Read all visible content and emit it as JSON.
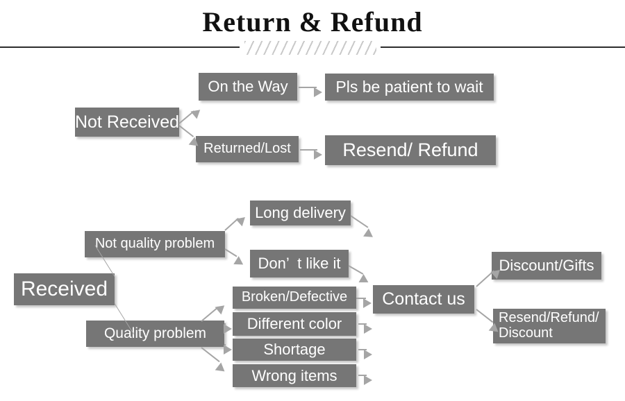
{
  "header": {
    "title": "Return & Refund",
    "divider_left": "horizontal-rule",
    "divider_hatch": "diagonal-hatch-ornament",
    "divider_right": "horizontal-rule"
  },
  "theme": {
    "node_fill": "#767676",
    "node_text": "#ffffff",
    "arrow_color": "#a5a5a5",
    "rule_color": "#2c2c2c",
    "hatch_color": "#c9c9c9",
    "page_background": "#ffffff"
  },
  "flow": {
    "branch_not_received": {
      "root": "Not Received",
      "nodes": [
        {
          "id": "on-the-way",
          "label": "On the Way"
        },
        {
          "id": "pls-be-patient",
          "label": "Pls be patient to wait"
        },
        {
          "id": "returned-lost",
          "label": "Returned/Lost"
        },
        {
          "id": "resend-refund",
          "label": "Resend/ Refund"
        }
      ]
    },
    "branch_received": {
      "root": "Received",
      "categories": [
        {
          "id": "not-quality-problem",
          "label": "Not quality problem"
        },
        {
          "id": "quality-problem",
          "label": "Quality problem"
        }
      ],
      "not_quality_reasons": [
        {
          "id": "long-delivery",
          "label": "Long delivery"
        },
        {
          "id": "dont-like-it",
          "label": "Don’  t like it"
        }
      ],
      "quality_reasons": [
        {
          "id": "broken-defective",
          "label": "Broken/Defective"
        },
        {
          "id": "different-color",
          "label": "Different color"
        },
        {
          "id": "shortage",
          "label": "Shortage"
        },
        {
          "id": "wrong-items",
          "label": "Wrong items"
        }
      ],
      "action": {
        "id": "contact-us",
        "label": "Contact us"
      },
      "outcomes": [
        {
          "id": "discount-gifts",
          "label": "Discount/Gifts"
        },
        {
          "id": "resend-refund-discount",
          "label": "Resend/Refund/\nDiscount"
        }
      ]
    }
  }
}
